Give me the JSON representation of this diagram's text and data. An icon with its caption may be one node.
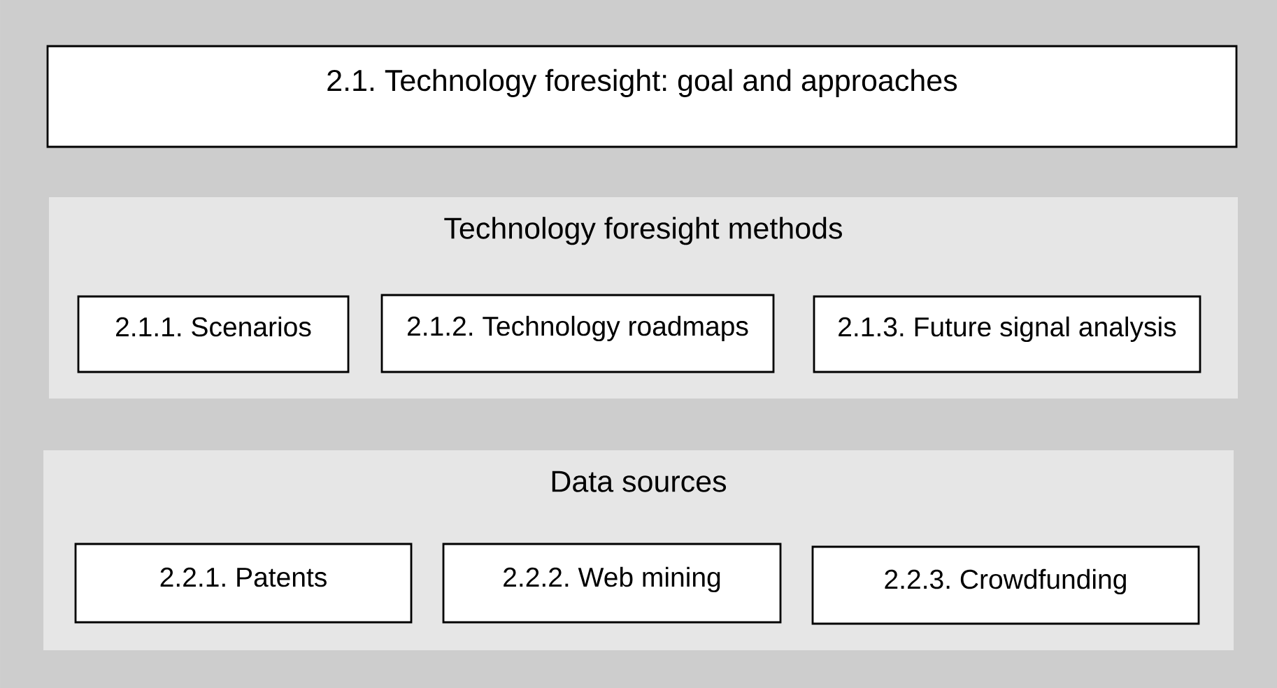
{
  "diagram": {
    "nodes": [
      {
        "text": [
          "2.1. Technology foresight: goal and approaches"
        ]
      },
      {
        "text": [
          "Technology foresight methods"
        ]
      },
      {
        "text": [
          "2.1.1. Scenarios"
        ],
        "in": 1
      },
      {
        "text": [
          "2.1.2. Technology roadmaps"
        ],
        "in": 1
      },
      {
        "text": [
          "2.1.3. Future signal analysis"
        ],
        "in": 1
      },
      {
        "text": [
          "Data sources"
        ]
      },
      {
        "text": [
          "2.2.1. Patents"
        ],
        "in": 5
      },
      {
        "text": [
          "2.2.2. Web mining"
        ],
        "in": 5
      },
      {
        "text": [
          "2.2.3. Crowdfunding"
        ],
        "in": 5
      }
    ]
  }
}
